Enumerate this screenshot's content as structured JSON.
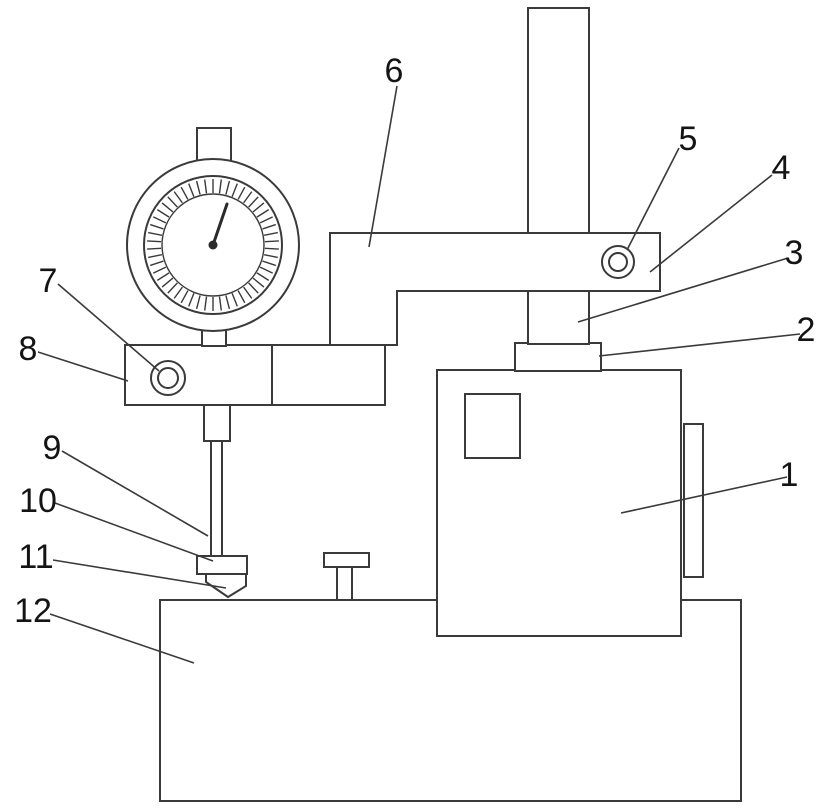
{
  "figure": {
    "kind": "patent-style technical line drawing",
    "subject": "dial indicator measuring apparatus on a base block",
    "background_color": "#ffffff",
    "line_color": "#3a3a3a",
    "label_color": "#141414",
    "labels": [
      {
        "number": "1"
      },
      {
        "number": "2"
      },
      {
        "number": "3"
      },
      {
        "number": "4"
      },
      {
        "number": "5"
      },
      {
        "number": "6"
      },
      {
        "number": "7"
      },
      {
        "number": "8"
      },
      {
        "number": "9"
      },
      {
        "number": "10"
      },
      {
        "number": "11"
      },
      {
        "number": "12"
      }
    ]
  }
}
